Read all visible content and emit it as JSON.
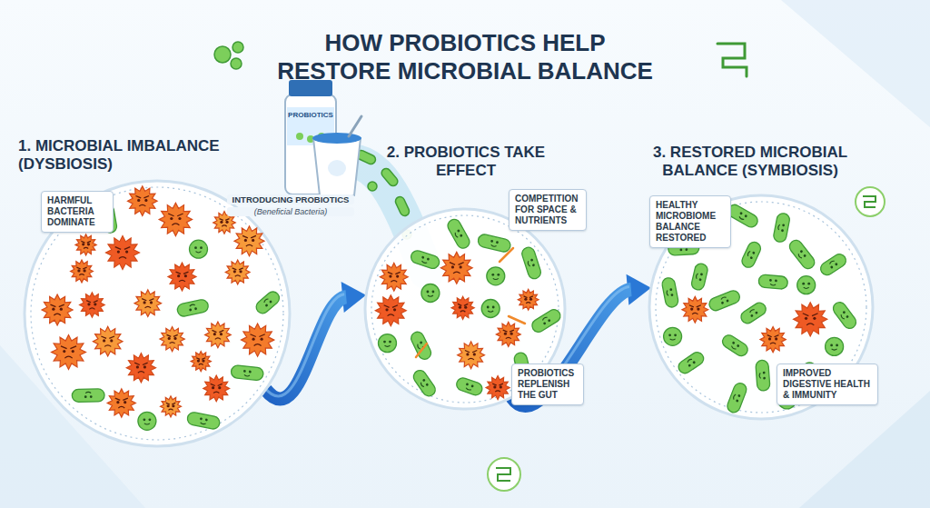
{
  "diagram": {
    "title": "HOW PROBIOTICS HELP RESTORE MICROBIAL BALANCE",
    "nodes": [
      {
        "text": [
          "1. MICROBIAL IMBALANCE (DYSBIOSIS)"
        ]
      },
      {
        "text": [
          "HARMFUL BACTERIA DOMINATE"
        ],
        "in": 0
      },
      {
        "text": [
          "2. PROBIOTICS TAKE EFFECT"
        ]
      },
      {
        "text": [
          "COMPETITION FOR SPACE & NUTRIENTS"
        ],
        "in": 2
      },
      {
        "text": [
          "PROBIOTICS REPLENISH THE GUT"
        ],
        "in": 2
      },
      {
        "text": [
          "3. RESTORED MICROBIAL BALANCE (SYMBIOSIS)"
        ]
      },
      {
        "text": [
          "HEALTHY MICROBIOME BALANCE RESTORED"
        ],
        "in": 5
      },
      {
        "text": [
          "IMPROVED DIGESTIVE HEALTH & IMMUNITY"
        ],
        "in": 5
      }
    ],
    "edges": [
      {
        "from": 0,
        "to": 2,
        "arrow": "to"
      },
      {
        "from": 2,
        "to": 5,
        "arrow": "to"
      }
    ],
    "labels": [
      "PROBIOTICS",
      "INTRODUCING PROBIOTICS",
      "(Beneficial Bacteria)"
    ]
  }
}
